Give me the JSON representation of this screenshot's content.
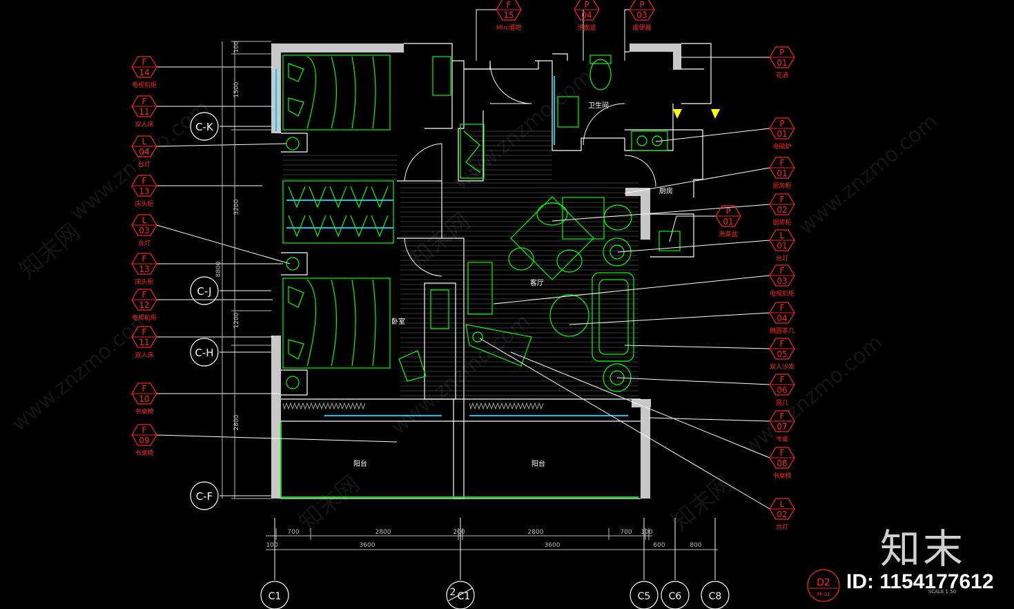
{
  "drawing": {
    "rooms": {
      "bathroom": "卫生间",
      "kitchen": "厨房",
      "living_room": "客厅",
      "bedroom": "卧室",
      "balcony_left": "阳台",
      "balcony_right": "阳台"
    },
    "left_tags": [
      {
        "letter": "F",
        "num": "14",
        "label": "电视机柜"
      },
      {
        "letter": "F",
        "num": "11",
        "label": "双人床"
      },
      {
        "letter": "L",
        "num": "04",
        "label": "台灯"
      },
      {
        "letter": "F",
        "num": "13",
        "label": "床头柜"
      },
      {
        "letter": "L",
        "num": "03",
        "label": "台灯"
      },
      {
        "letter": "F",
        "num": "13",
        "label": "床头柜"
      },
      {
        "letter": "F",
        "num": "12",
        "label": "电视机柜"
      },
      {
        "letter": "F",
        "num": "11",
        "label": "双人床"
      },
      {
        "letter": "F",
        "num": "10",
        "label": "书桌椅"
      },
      {
        "letter": "F",
        "num": "09",
        "label": "书桌椅"
      }
    ],
    "top_tags": [
      {
        "letter": "F",
        "num": "15",
        "label": "Mini酒吧"
      },
      {
        "letter": "P",
        "num": "04",
        "label": "洗面盆"
      },
      {
        "letter": "P",
        "num": "03",
        "label": "座便器"
      }
    ],
    "right_tags": [
      {
        "letter": "P",
        "num": "01",
        "label": "花洒"
      },
      {
        "letter": "P",
        "num": "01",
        "label": "电磁炉"
      },
      {
        "letter": "F",
        "num": "01",
        "label": "厨房柜"
      },
      {
        "letter": "F",
        "num": "02",
        "label": "厨房柜"
      },
      {
        "letter": "L",
        "num": "01",
        "label": "台灯"
      },
      {
        "letter": "F",
        "num": "03",
        "label": "电视机柜"
      },
      {
        "letter": "F",
        "num": "04",
        "label": "椭圆茶几"
      },
      {
        "letter": "F",
        "num": "05",
        "label": "双人沙发"
      },
      {
        "letter": "F",
        "num": "06",
        "label": "圆几"
      },
      {
        "letter": "F",
        "num": "07",
        "label": "书桌"
      },
      {
        "letter": "F",
        "num": "08",
        "label": "书桌椅"
      },
      {
        "letter": "L",
        "num": "02",
        "label": "台灯"
      }
    ],
    "sink_tag": {
      "letter": "P",
      "num": "01",
      "label": "洗菜盆"
    },
    "left_dims": [
      "100",
      "1500",
      "3200",
      "1200",
      "2800"
    ],
    "total_dim": "8800",
    "bottom_dims_row1": [
      "700",
      "2800",
      "200",
      "2800",
      "700",
      "100"
    ],
    "bottom_dims_row2": [
      "100",
      "3600",
      "3600",
      "600",
      "800"
    ],
    "grid_left": [
      "C-K",
      "C-J",
      "C-H",
      "C-F"
    ],
    "grid_bottom": [
      "C1",
      "C1",
      "C5",
      "C6",
      "C8"
    ],
    "grid_bottom_top": "2",
    "title_block": {
      "code": "D2",
      "sheet": "FF-01",
      "scale": "SCALE 1:50"
    },
    "watermark": "www.znzmo.com",
    "watermark_cn": "知末网",
    "brand": "知末",
    "id_text": "ID: 1154177612",
    "colors": {
      "wall": "#ffffff",
      "furniture": "#00ff00",
      "tag": "#ff2020",
      "glass": "#00c8ff",
      "hatch": "#666666",
      "dim": "#bbbbbb"
    }
  }
}
